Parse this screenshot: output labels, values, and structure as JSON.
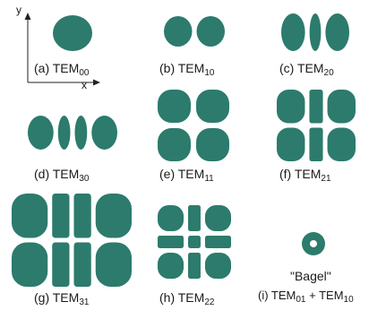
{
  "axes": {
    "y": "y",
    "x": "x"
  },
  "colors": {
    "lobe": "#2c7b6c",
    "ring": "#2c7b6c",
    "hole": "#ffffff"
  },
  "modes": [
    {
      "id": "a",
      "prefix": "(a) TEM",
      "sub": "00",
      "m": 0,
      "n": 0
    },
    {
      "id": "b",
      "prefix": "(b) TEM",
      "sub": "10",
      "m": 1,
      "n": 0
    },
    {
      "id": "c",
      "prefix": "(c) TEM",
      "sub": "20",
      "m": 2,
      "n": 0
    },
    {
      "id": "d",
      "prefix": "(d) TEM",
      "sub": "30",
      "m": 3,
      "n": 0
    },
    {
      "id": "e",
      "prefix": "(e) TEM",
      "sub": "11",
      "m": 1,
      "n": 1
    },
    {
      "id": "f",
      "prefix": "(f) TEM",
      "sub": "21",
      "m": 2,
      "n": 1
    },
    {
      "id": "g",
      "prefix": "(g) TEM",
      "sub": "31",
      "m": 3,
      "n": 1
    },
    {
      "id": "h",
      "prefix": "(h) TEM",
      "sub": "22",
      "m": 2,
      "n": 2
    }
  ],
  "bagel": {
    "quote": "\"Bagel\"",
    "prefix": "(i) TEM",
    "sub1": "01",
    "plus": " + TEM",
    "sub2": "10"
  }
}
